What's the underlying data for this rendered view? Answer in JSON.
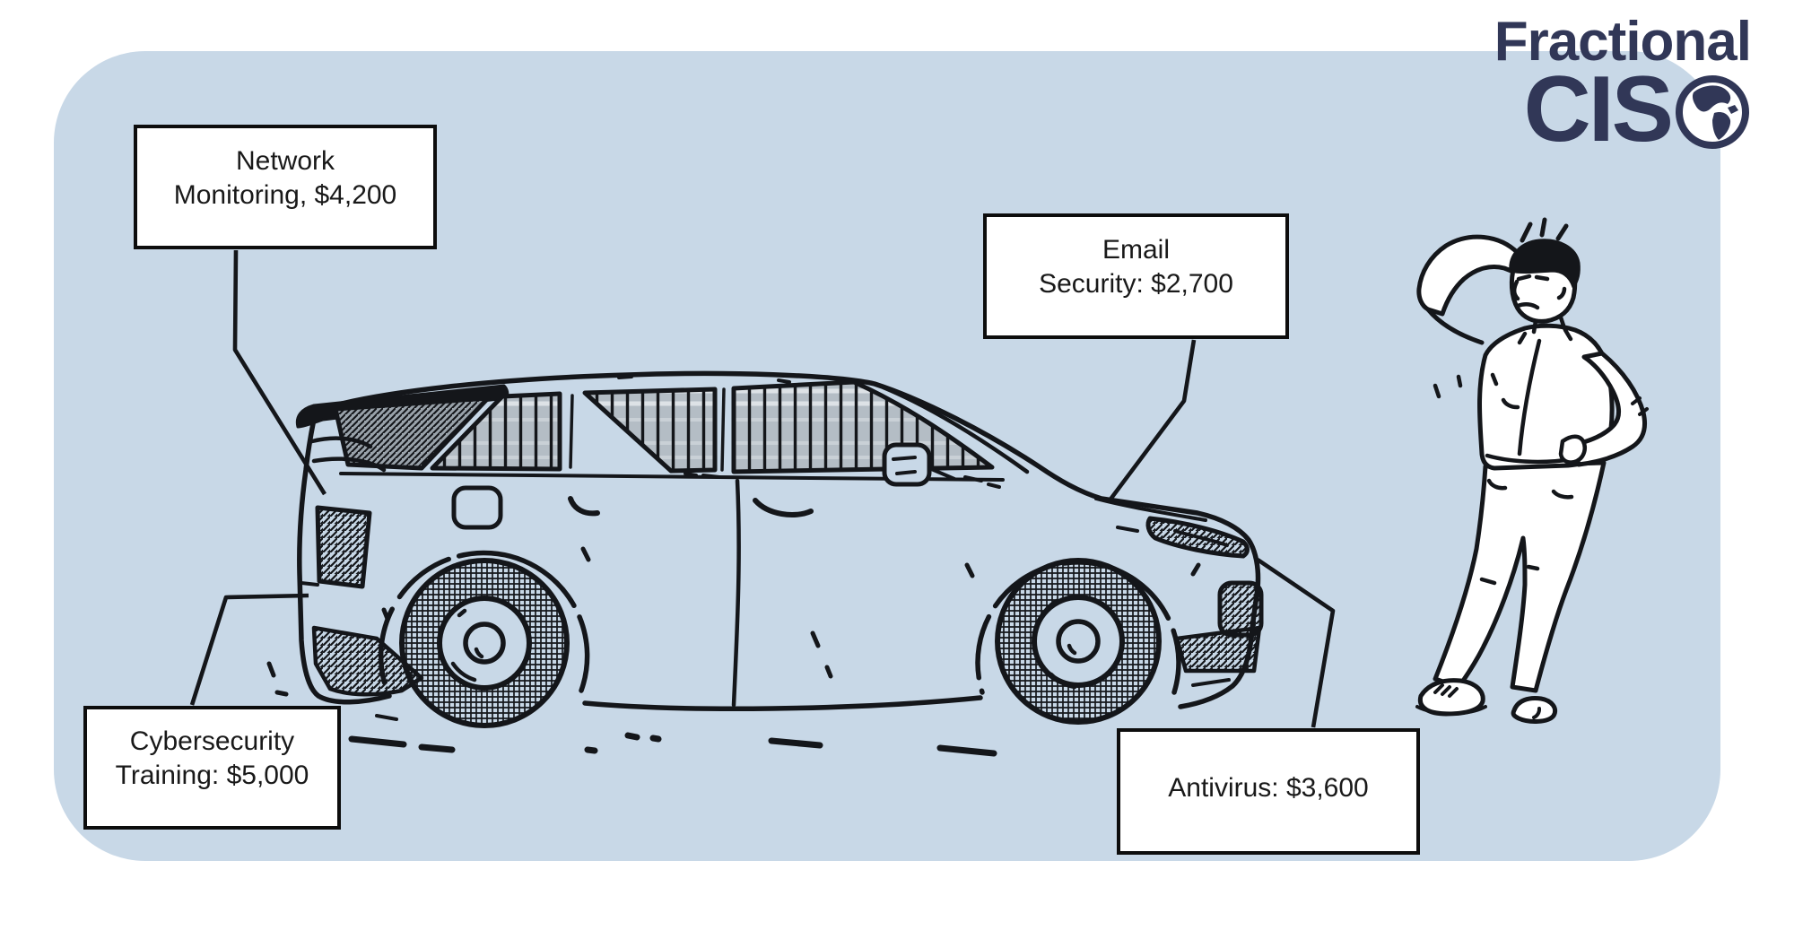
{
  "logo": {
    "line1": "Fractional",
    "line2": "CIS",
    "globe_icon": "globe-americas"
  },
  "callouts": {
    "network_monitoring": {
      "line1": "Network",
      "line2": "Monitoring, $4,200",
      "value": 4200
    },
    "email_security": {
      "line1": "Email",
      "line2": "Security: $2,700",
      "value": 2700
    },
    "cybersecurity_training": {
      "line1": "Cybersecurity",
      "line2": "Training: $5,000",
      "value": 5000
    },
    "antivirus": {
      "line1": "Antivirus: $3,600",
      "value": 3600
    }
  },
  "illustration": {
    "car": "suv-side-view-line-art",
    "person": "confused-man-scratching-head"
  },
  "colors": {
    "panel": "#c8d8e7",
    "ink": "#14161a",
    "navy": "#313757",
    "box_border": "#0d0d0d",
    "box_bg": "#ffffff",
    "glass": "#b8c0c8",
    "text": "#191919"
  }
}
